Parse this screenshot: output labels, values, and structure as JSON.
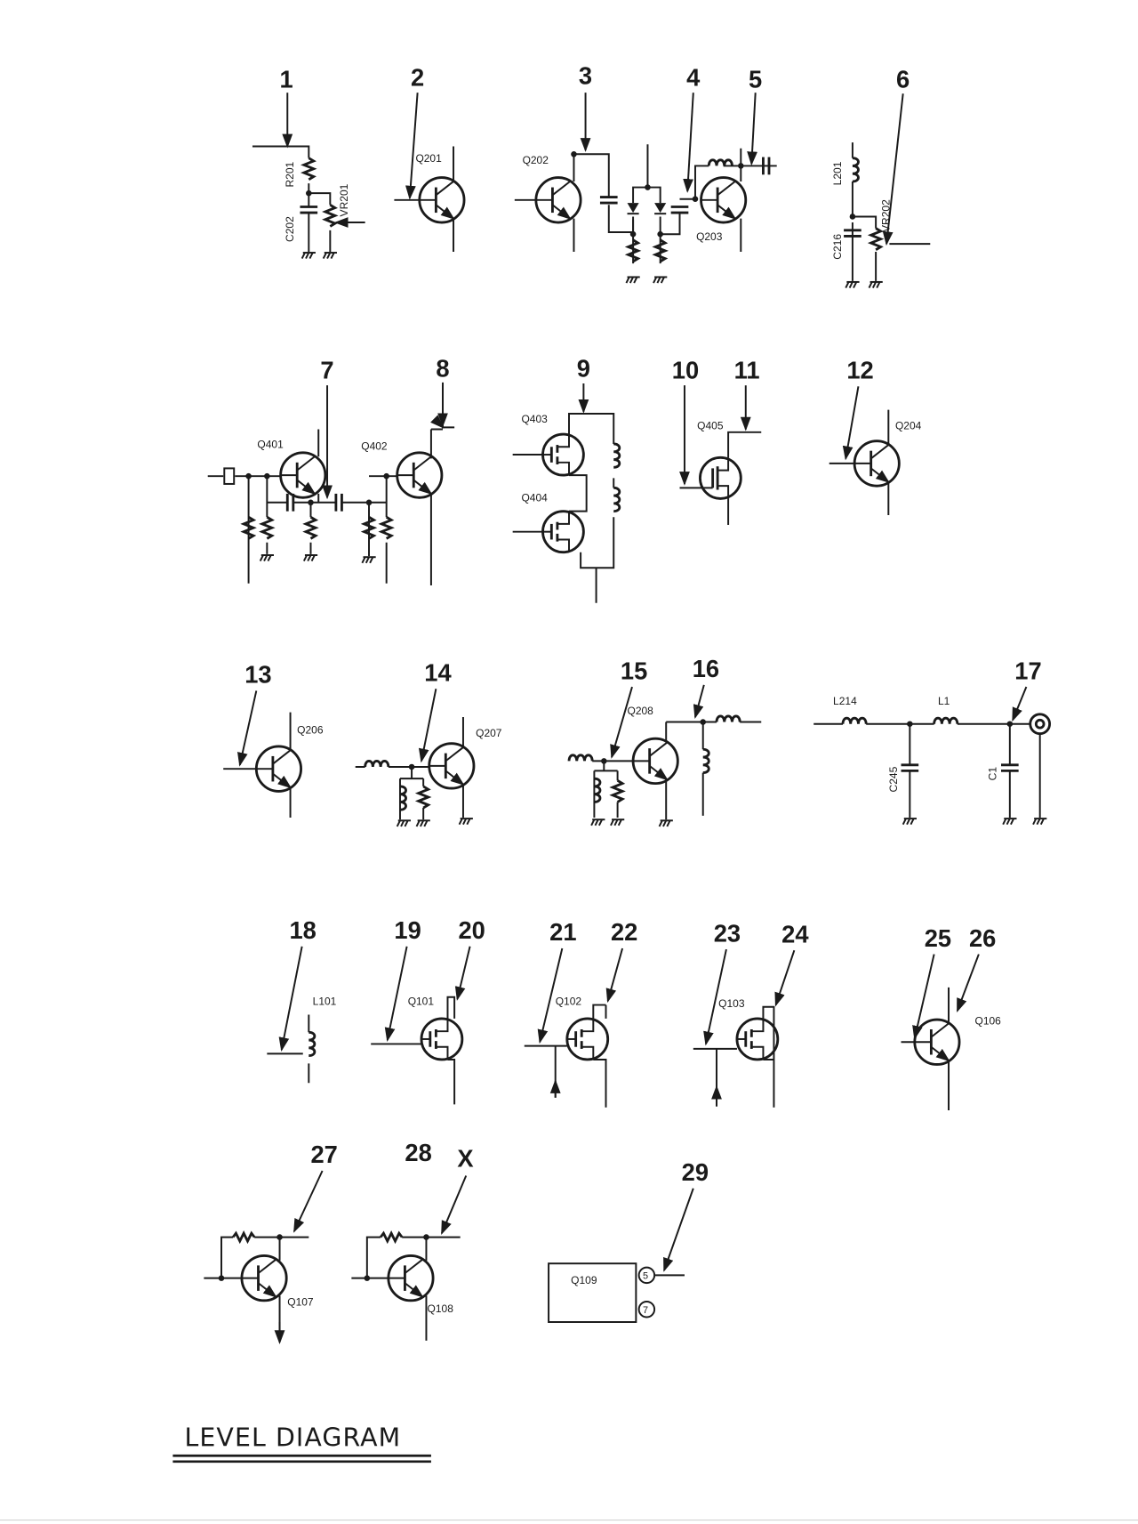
{
  "title": "LEVEL DIAGRAM",
  "points": {
    "p1": "1",
    "p2": "2",
    "p3": "3",
    "p4": "4",
    "p5": "5",
    "p6": "6",
    "p7": "7",
    "p8": "8",
    "p9": "9",
    "p10": "10",
    "p11": "11",
    "p12": "12",
    "p13": "13",
    "p14": "14",
    "p15": "15",
    "p16": "16",
    "p17": "17",
    "p18": "18",
    "p19": "19",
    "p20": "20",
    "p21": "21",
    "p22": "22",
    "p23": "23",
    "p24": "24",
    "p25": "25",
    "p26": "26",
    "p27": "27",
    "p28": "28",
    "pX": "X",
    "p29": "29"
  },
  "components": {
    "R201": "R201",
    "VR201": "VR201",
    "C202": "C202",
    "Q201": "Q201",
    "Q202": "Q202",
    "Q203": "Q203",
    "L201": "L201",
    "VR202": "VR202",
    "C216": "C216",
    "Q401": "Q401",
    "Q402": "Q402",
    "Q403": "Q403",
    "Q404": "Q404",
    "Q405": "Q405",
    "Q204": "Q204",
    "Q206": "Q206",
    "Q207": "Q207",
    "Q208": "Q208",
    "L214": "L214",
    "L1": "L1",
    "C245": "C245",
    "C1": "C1",
    "L101": "L101",
    "Q101": "Q101",
    "Q102": "Q102",
    "Q103": "Q103",
    "Q106": "Q106",
    "Q107": "Q107",
    "Q108": "Q108",
    "Q109": "Q109",
    "pin5": "5",
    "pin7": "7"
  }
}
